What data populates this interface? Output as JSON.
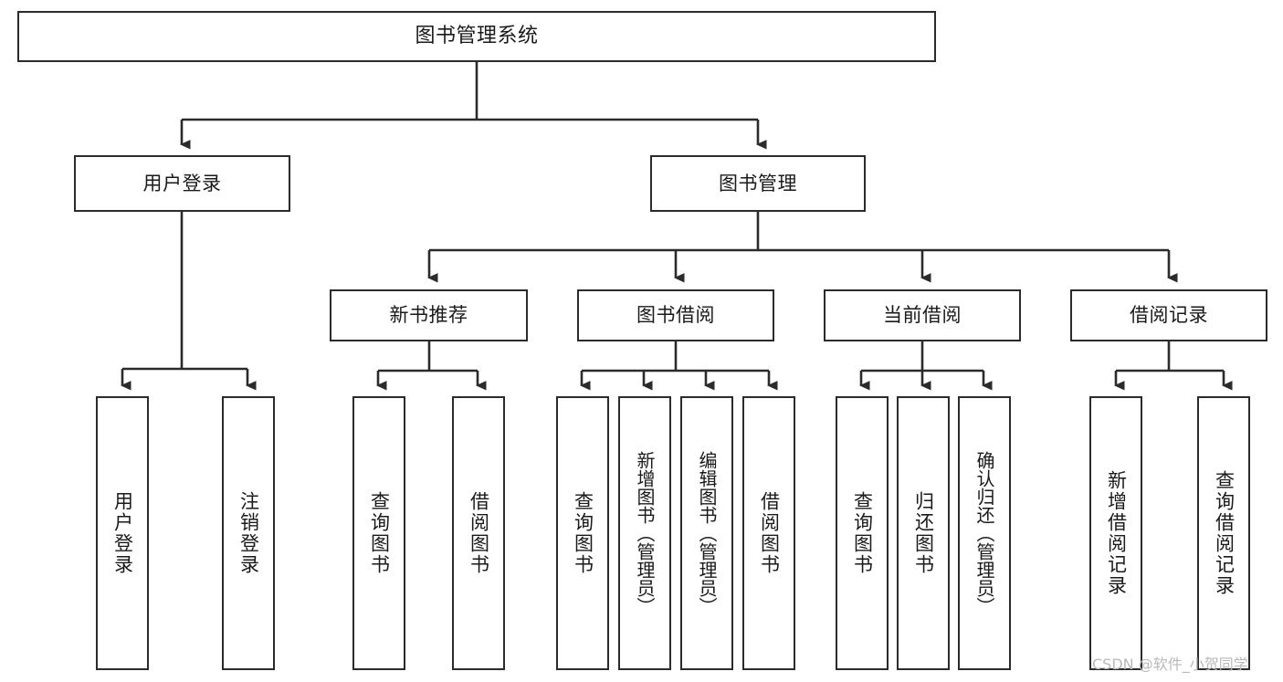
{
  "diagram": {
    "title": "图书管理系统",
    "watermark": "CSDN @软件_小贺同学",
    "colors": {
      "box_border": "#2b2b2b",
      "box_fill": "#ffffff",
      "connector": "#2b2b2b",
      "text": "#1a1a1a",
      "watermark": "#b9b9b9"
    },
    "levels": {
      "level1": {
        "label": "图书管理系统"
      },
      "level2": [
        {
          "label": "用户登录"
        },
        {
          "label": "图书管理"
        }
      ],
      "level3": [
        {
          "label": "新书推荐"
        },
        {
          "label": "图书借阅"
        },
        {
          "label": "当前借阅"
        },
        {
          "label": "借阅记录"
        }
      ],
      "level4": {
        "user_login": [
          {
            "label": "用户登录"
          },
          {
            "label": "注销登录"
          }
        ],
        "new_book_recommend": [
          {
            "label": "查询图书"
          },
          {
            "label": "借阅图书"
          }
        ],
        "book_borrow": [
          {
            "label": "查询图书"
          },
          {
            "label": "新增图书（管理员）"
          },
          {
            "label": "编辑图书（管理员）"
          },
          {
            "label": "借阅图书"
          }
        ],
        "current_borrow": [
          {
            "label": "查询图书"
          },
          {
            "label": "归还图书"
          },
          {
            "label": "确认归还（管理员）"
          }
        ],
        "borrow_record": [
          {
            "label": "新增借阅记录"
          },
          {
            "label": "查询借阅记录"
          }
        ]
      }
    }
  }
}
